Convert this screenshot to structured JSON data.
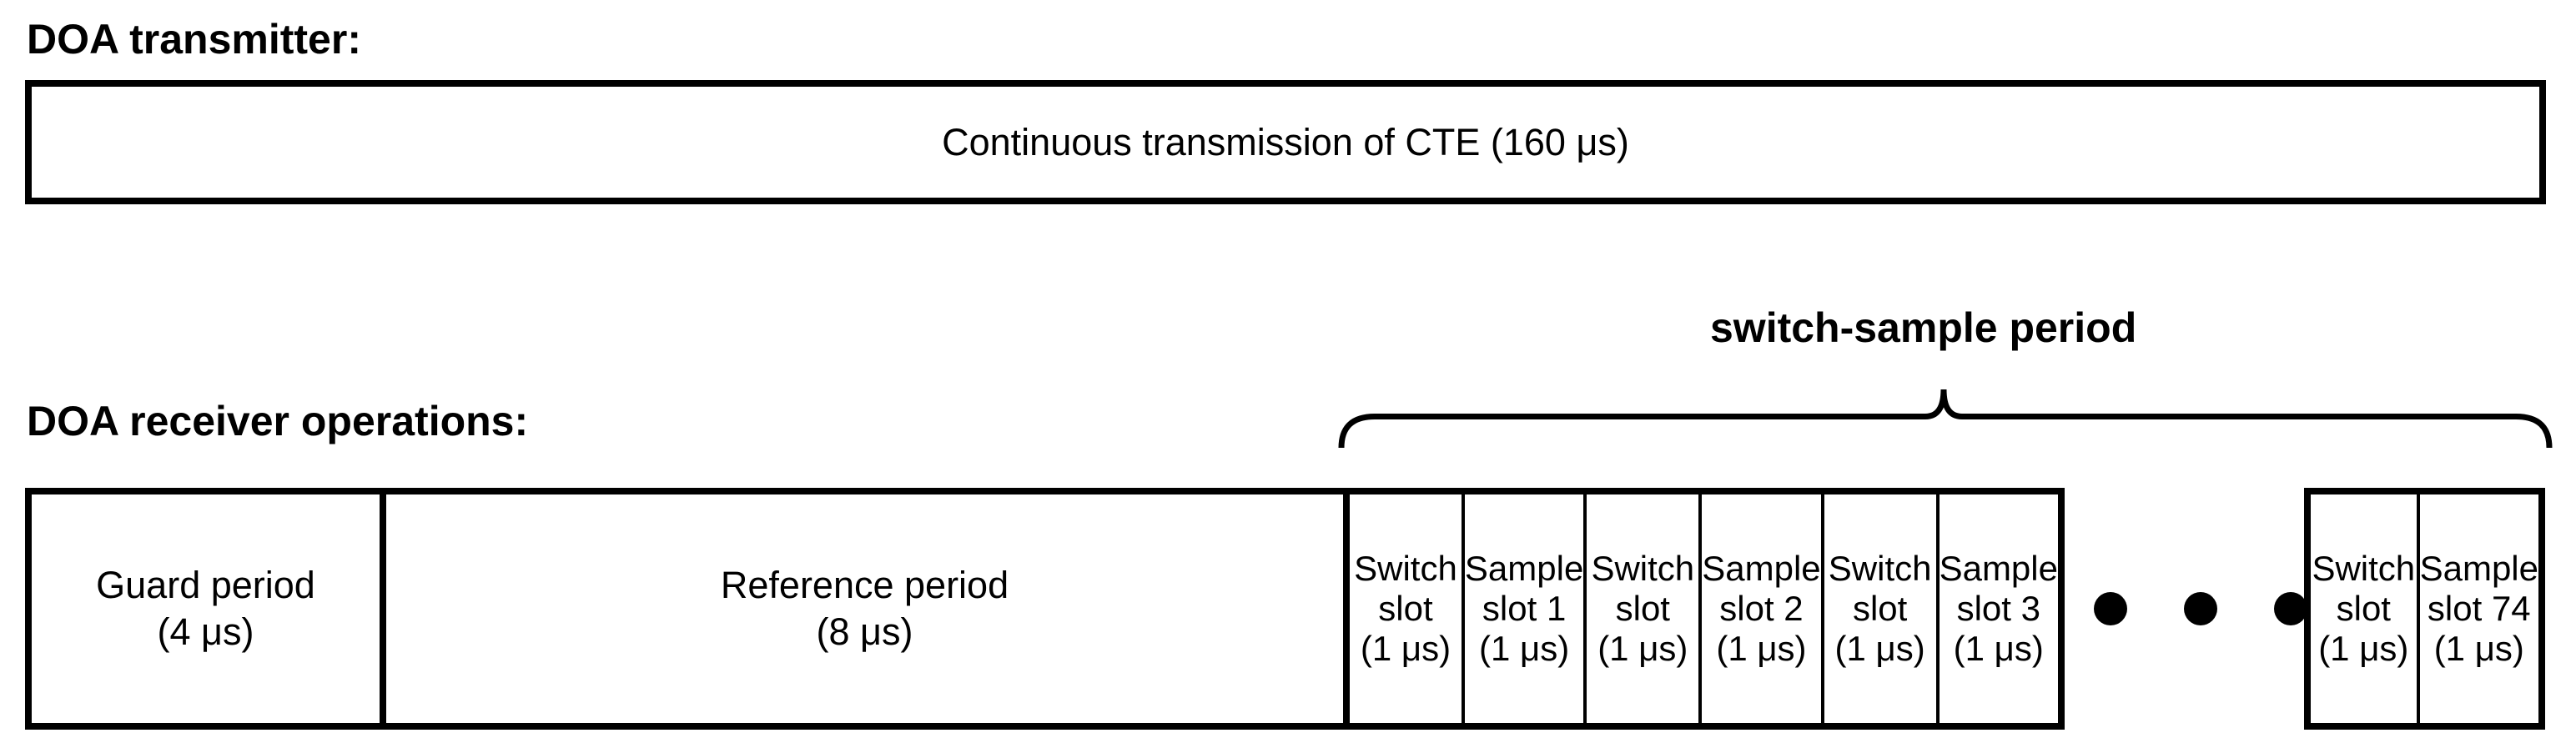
{
  "transmitter": {
    "label": "DOA transmitter:",
    "box_text": "Continuous transmission of CTE (160 μs)"
  },
  "receiver": {
    "label": "DOA receiver operations:",
    "annotation": "switch-sample period",
    "guard": {
      "line1": "Guard period",
      "line2": "(4 μs)"
    },
    "reference": {
      "line1": "Reference period",
      "line2": "(8 μs)"
    },
    "slots": [
      {
        "line1": "Switch",
        "line2": "slot",
        "line3": "(1 μs)"
      },
      {
        "line1": "Sample",
        "line2": "slot 1",
        "line3": "(1 μs)"
      },
      {
        "line1": "Switch",
        "line2": "slot",
        "line3": "(1 μs)"
      },
      {
        "line1": "Sample",
        "line2": "slot 2",
        "line3": "(1 μs)"
      },
      {
        "line1": "Switch",
        "line2": "slot",
        "line3": "(1 μs)"
      },
      {
        "line1": "Sample",
        "line2": "slot 3",
        "line3": "(1 μs)"
      }
    ],
    "ellipsis": {
      "shape": "filled-circle",
      "count": 3
    },
    "final_slots": [
      {
        "line1": "Switch",
        "line2": "slot",
        "line3": "(1 μs)"
      },
      {
        "line1": "Sample",
        "line2": "slot 74",
        "line3": "(1 μs)"
      }
    ]
  },
  "colors": {
    "ink": "#000000",
    "background": "#ffffff"
  }
}
